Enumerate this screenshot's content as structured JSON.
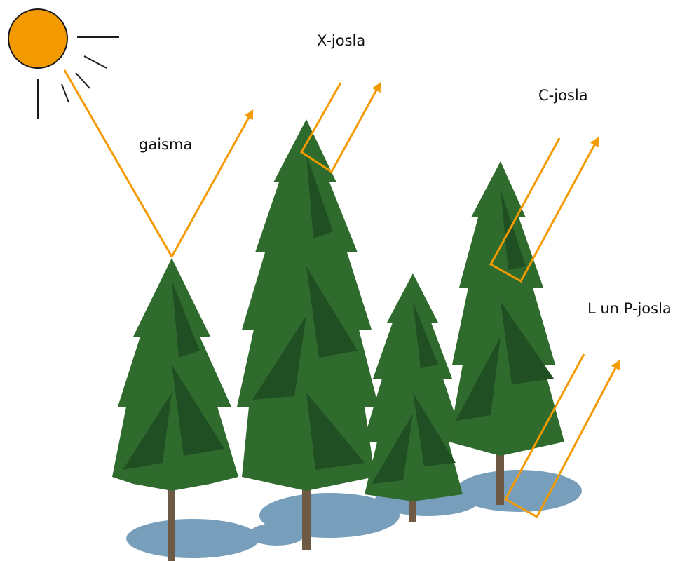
{
  "labels": {
    "light": "gaisma",
    "x_band": "X-josla",
    "c_band": "C-josla",
    "lp_band": "L un P-josla"
  },
  "colors": {
    "sun": "#f39a00",
    "arrow": "#f39a00",
    "foliage": "#2f6b2c",
    "foliage_dark": "#1f4f22",
    "trunk": "#6e5a44",
    "shadow": "#4a7fa6"
  },
  "icons": {
    "sun": "sun-icon",
    "trees": "pine-tree-icon"
  }
}
